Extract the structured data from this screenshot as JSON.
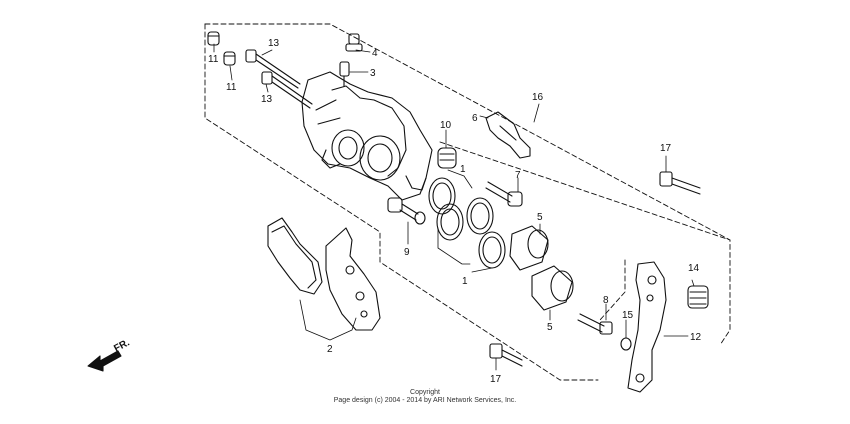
{
  "diagram": {
    "labels": {
      "l1": "1",
      "l2": "2",
      "l3": "3",
      "l4": "4",
      "l5": "5",
      "l6": "6",
      "l7": "7",
      "l8": "8",
      "l9": "9",
      "l10": "10",
      "l11": "11",
      "l12": "12",
      "l13": "13",
      "l14": "14",
      "l15": "15",
      "l16": "16",
      "l17": "17"
    },
    "front_indicator": "FR."
  },
  "footer": {
    "line1": "Copyright",
    "line2": "Page design (c) 2004 - 2014 by ARI Network Services, Inc."
  }
}
